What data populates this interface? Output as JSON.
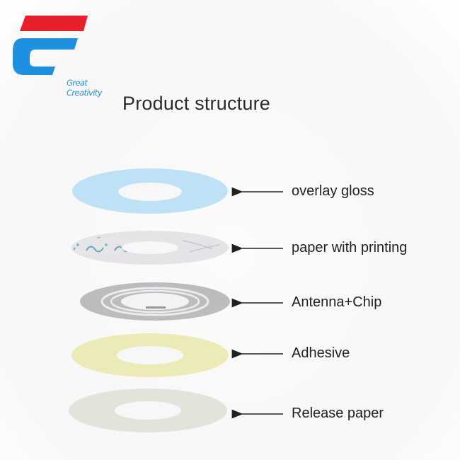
{
  "logo": {
    "text": "Great Creativity",
    "colors": {
      "red": "#e8202e",
      "blue": "#1f8fe0"
    }
  },
  "title": "Product structure",
  "layers": [
    {
      "label": "overlay gloss",
      "icon": "overlay-gloss-disc",
      "color": "#bfe1f6"
    },
    {
      "label": "paper with printing",
      "icon": "printed-paper-disc",
      "color": "#e4e4e6"
    },
    {
      "label": "Antenna+Chip",
      "icon": "antenna-chip-disc",
      "color": "#bcbcbf"
    },
    {
      "label": "Adhesive",
      "icon": "adhesive-disc",
      "color": "#ecebb8"
    },
    {
      "label": "Release paper",
      "icon": "release-paper-disc",
      "color": "#e2e4dc"
    }
  ]
}
